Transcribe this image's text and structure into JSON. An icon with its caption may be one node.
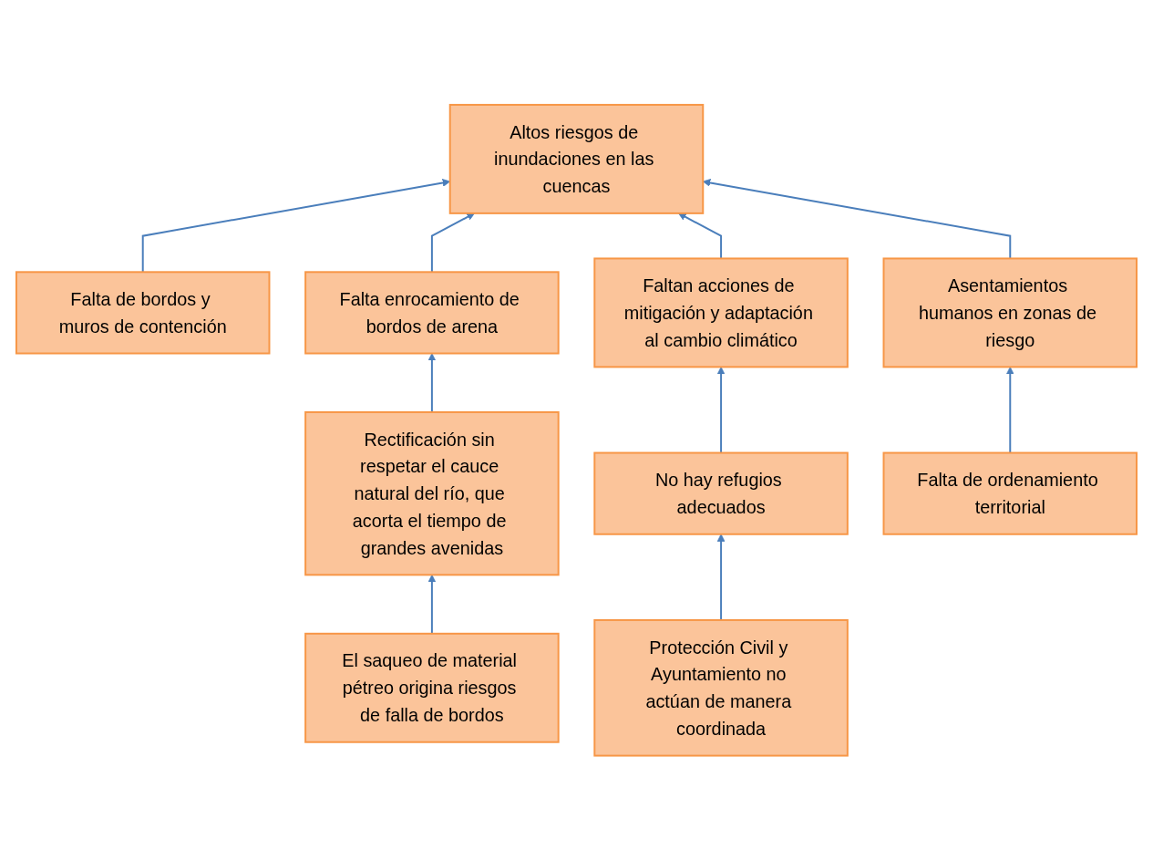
{
  "diagram": {
    "nodes": [
      {
        "text": [
          "Altos riesgos de inundaciones en las cuencas"
        ]
      },
      {
        "text": [
          "Falta de bordos y muros de contención"
        ]
      },
      {
        "text": [
          "Falta enrocamiento de bordos de arena"
        ]
      },
      {
        "text": [
          "Faltan acciones de mitigación y adaptación al cambio climático"
        ]
      },
      {
        "text": [
          "Asentamientos humanos en zonas de riesgo"
        ]
      },
      {
        "text": [
          "Rectificación sin respetar el cauce natural del río, que acorta el tiempo de grandes avenidas"
        ]
      },
      {
        "text": [
          "No hay refugios adecuados"
        ]
      },
      {
        "text": [
          "Falta de ordenamiento territorial"
        ]
      },
      {
        "text": [
          "El saqueo de material pétreo origina riesgos de falla de bordos"
        ]
      },
      {
        "text": [
          "Protección Civil y Ayuntamiento no actúan de manera coordinada"
        ]
      }
    ],
    "edges": [
      {
        "from": 1,
        "to": 0,
        "arrow": "to"
      },
      {
        "from": 2,
        "to": 0,
        "arrow": "to"
      },
      {
        "from": 3,
        "to": 0,
        "arrow": "to"
      },
      {
        "from": 4,
        "to": 0,
        "arrow": "to"
      },
      {
        "from": 5,
        "to": 2,
        "arrow": "to"
      },
      {
        "from": 8,
        "to": 5,
        "arrow": "to"
      },
      {
        "from": 6,
        "to": 3,
        "arrow": "to"
      },
      {
        "from": 9,
        "to": 6,
        "arrow": "to"
      },
      {
        "from": 7,
        "to": 4,
        "arrow": "to"
      }
    ]
  }
}
